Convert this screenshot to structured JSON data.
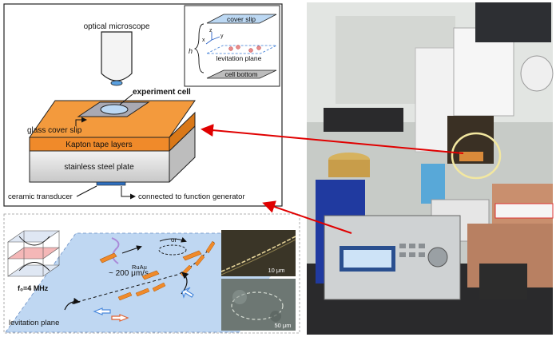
{
  "schematic": {
    "microscope": "optical microscope",
    "cell": "experiment cell",
    "cover_slip": "glass cover slip",
    "kapton": "Kapton tape layers",
    "steel": "stainless steel plate",
    "transducer": "ceramic transducer",
    "generator": "connected to function generator"
  },
  "inset": {
    "cover_slip": "cover slip",
    "levitation_plane": "levitation plane",
    "cell_bottom": "cell bottom",
    "h": "h",
    "x": "x",
    "y": "y",
    "z": "z"
  },
  "levitation": {
    "freq": "f₀=4 MHz",
    "speed": "~ 200 μm/s",
    "material": "RuAu",
    "or": "or",
    "plane": "levitation plane",
    "scale1": "10 μm",
    "scale2": "50 μm"
  },
  "colors": {
    "kapton": "#f08a2a",
    "steel": "#d8d8d8",
    "cover": "#bcd8f3",
    "arrow": "#e00000",
    "plane": "#bfd7f2"
  }
}
